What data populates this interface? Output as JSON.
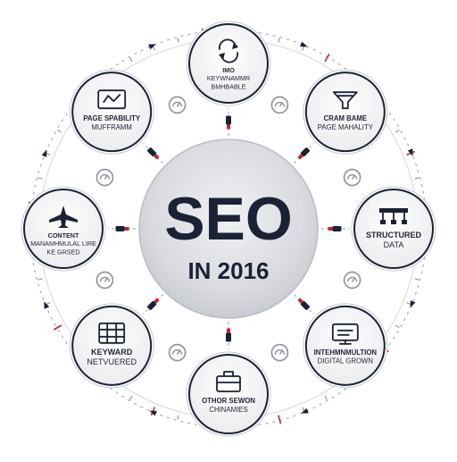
{
  "center": {
    "title": "SEO",
    "subtitle": "IN 2016"
  },
  "nodes": [
    {
      "id": "top",
      "label": [
        "IMO",
        "KEYWNAMMR",
        "BMHBABLE"
      ],
      "icon": "sync-arrows-icon"
    },
    {
      "id": "upper-right",
      "label": [
        "CRAM BAME",
        "PAGE MAHALITY"
      ],
      "icon": "funnel-icon"
    },
    {
      "id": "right",
      "label": [
        "STRUCTURED",
        "DATA"
      ],
      "icon": "network-icon"
    },
    {
      "id": "lower-right",
      "label": [
        "INTEHMNMULTION",
        "DIGITAL GROWN"
      ],
      "icon": "monitor-icon"
    },
    {
      "id": "bottom",
      "label": [
        "OTHOR SEWON",
        "CHINAMIES"
      ],
      "icon": "briefcase-icon"
    },
    {
      "id": "lower-left",
      "label": [
        "KEYWARD",
        "NETVUERED"
      ],
      "icon": "keyboard-icon"
    },
    {
      "id": "left",
      "label": [
        "CONTENT",
        "MANAMHMULAL LIRE",
        "KE GRSED"
      ],
      "icon": "airplane-icon"
    },
    {
      "id": "upper-left",
      "label": [
        "PAGE SPABILITY",
        "MUFFRAMM"
      ],
      "icon": "speed-gauge-icon"
    }
  ],
  "colors": {
    "outline": "#1b2235",
    "text": "#1f2436",
    "accent": "#c0282e",
    "node_fill": "#f6f6f8",
    "center_fill": "#dddfe3",
    "ring": "#a9adb5",
    "gray_icon": "#8d9199"
  }
}
